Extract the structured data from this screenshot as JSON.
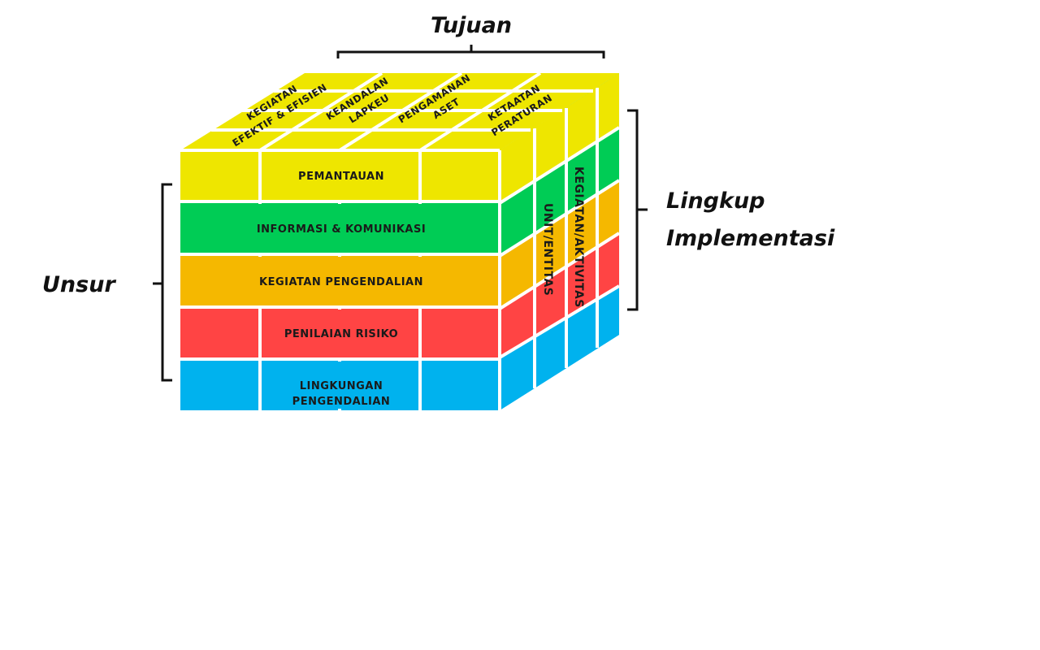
{
  "labels": {
    "tujuan": "Tujuan",
    "unsur": "Unsur",
    "lingkup_line1": "Lingkup",
    "lingkup_line2": "Implementasi"
  },
  "top_face": {
    "items": [
      {
        "line1": "KEGIATAN",
        "line2": "EFEKTIF & EFISIEN"
      },
      {
        "line1": "KEANDALAN",
        "line2": "LAPKEU"
      },
      {
        "line1": "PENGAMANAN",
        "line2": "ASET"
      },
      {
        "line1": "KETAATAN",
        "line2": "PERATURAN"
      }
    ]
  },
  "front_face": {
    "rows": [
      {
        "line1": "PEMANTAUAN",
        "line2": "",
        "color": "#EEE600"
      },
      {
        "line1": "INFORMASI & KOMUNIKASI",
        "line2": "",
        "color": "#00CC55"
      },
      {
        "line1": "KEGIATAN PENGENDALIAN",
        "line2": "",
        "color": "#F5B800"
      },
      {
        "line1": "PENILAIAN RISIKO",
        "line2": "",
        "color": "#FF4444"
      },
      {
        "line1": "LINGKUNGAN",
        "line2": "PENGENDALIAN",
        "color": "#00B2EE"
      }
    ]
  },
  "side_face": {
    "unit_label": "UNIT/ENTITAS",
    "activity_label": "KEGIATAN/AKTIVITAS"
  }
}
